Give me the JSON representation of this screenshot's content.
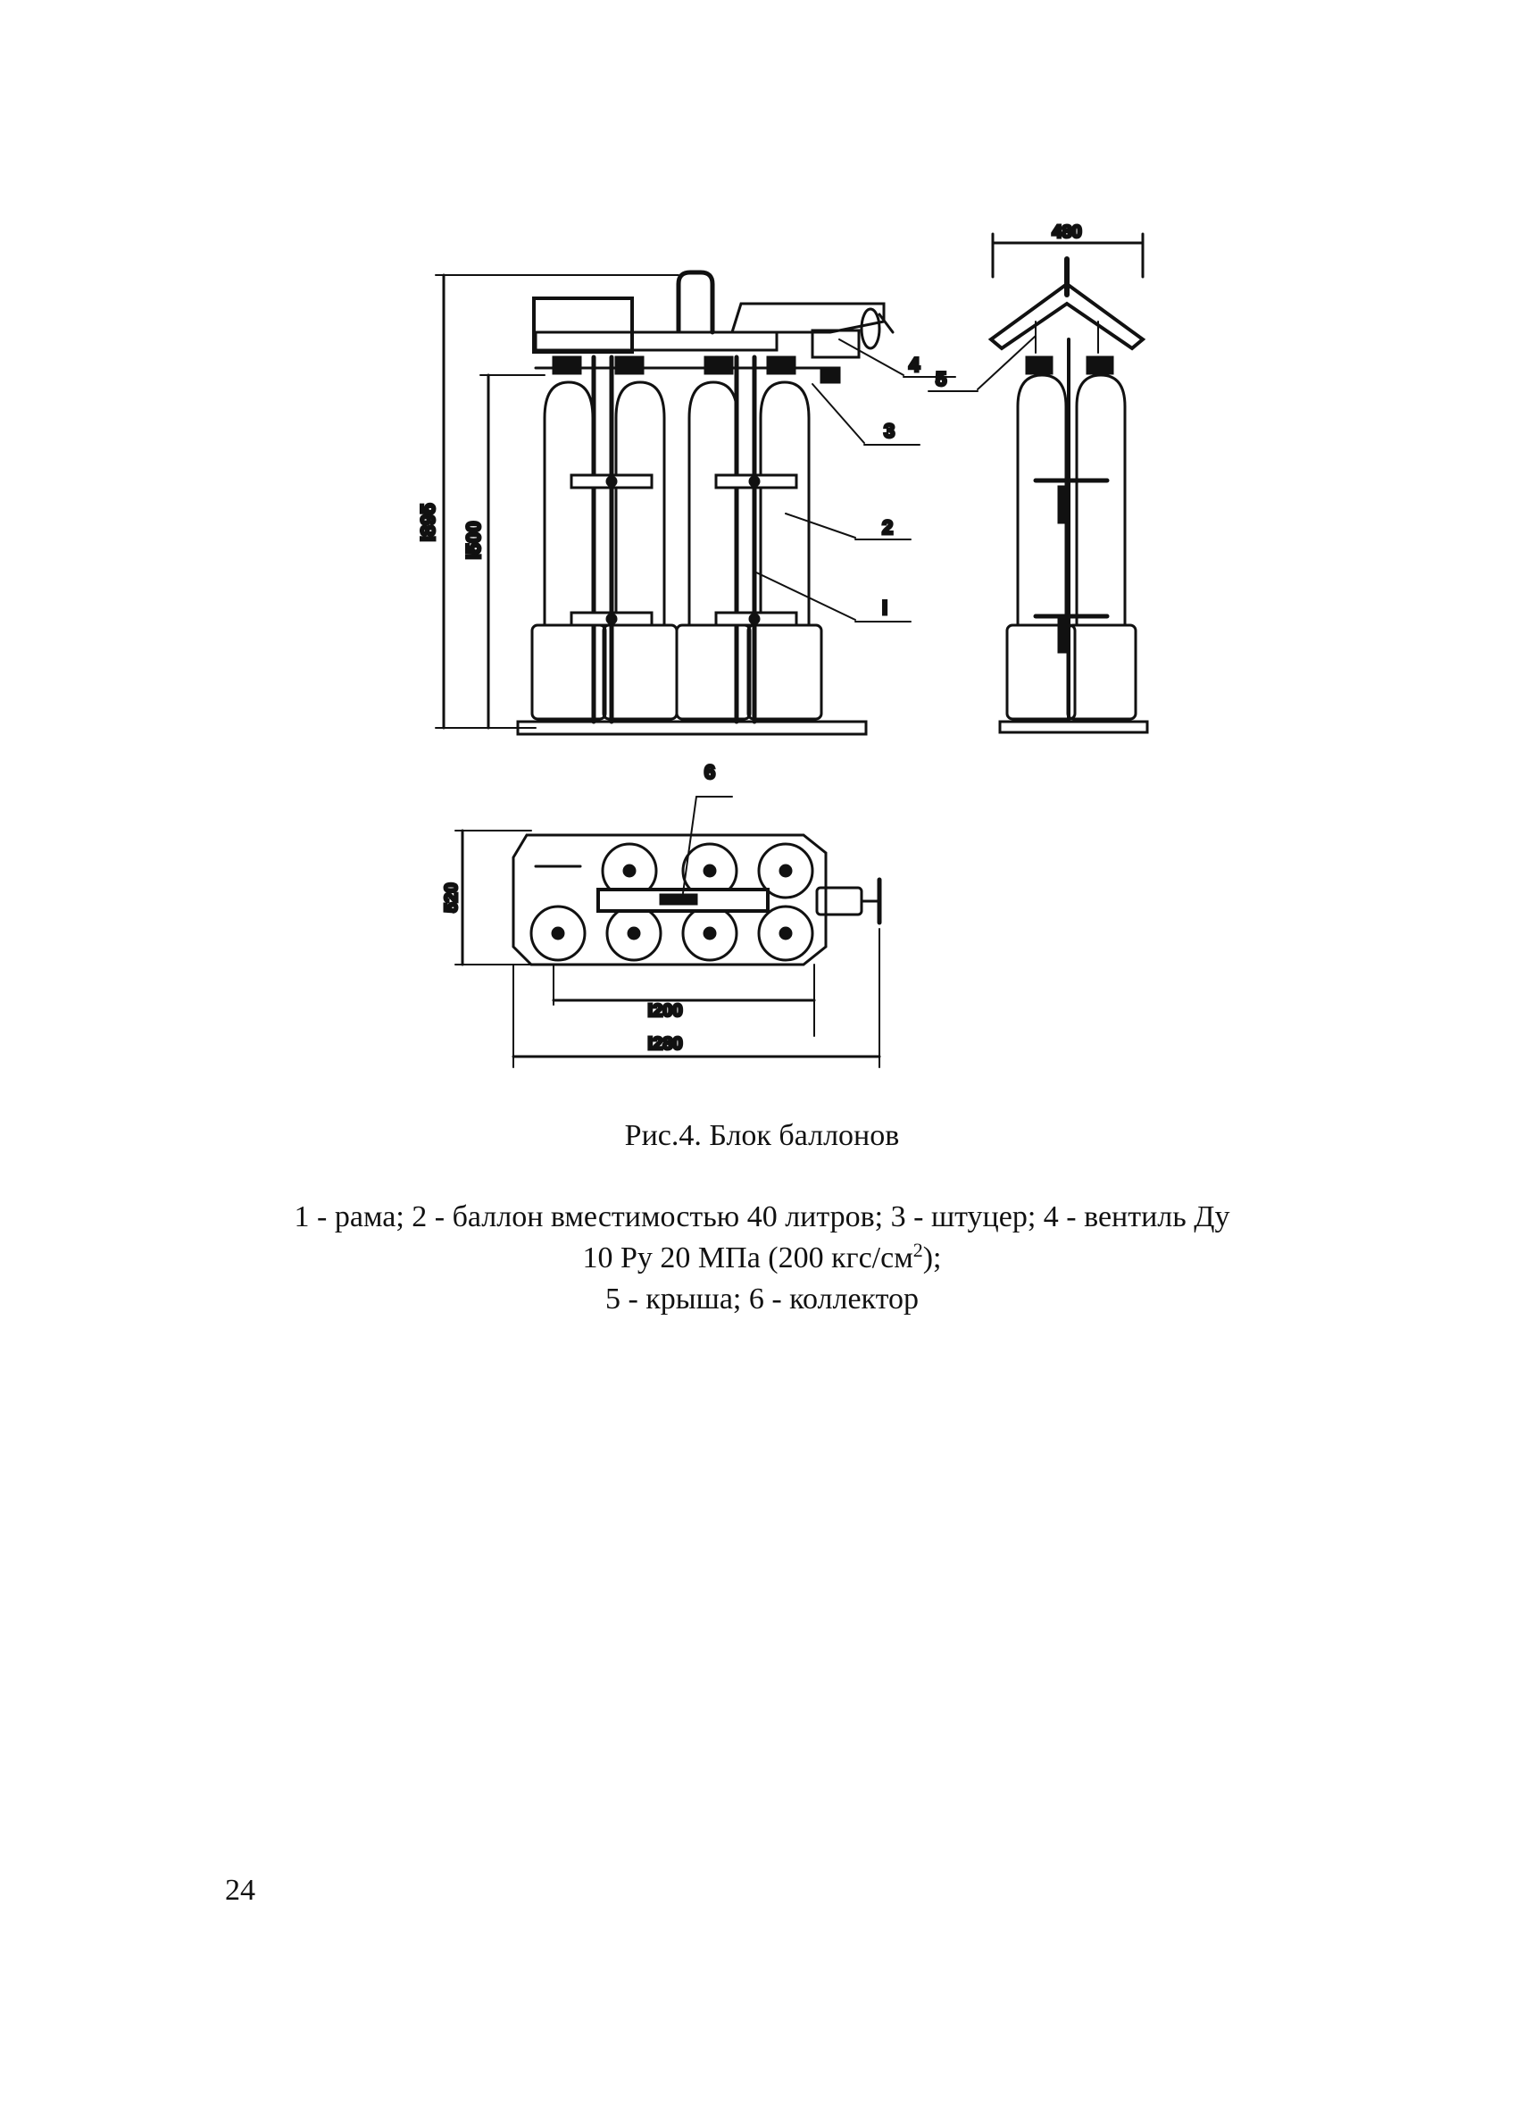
{
  "drawing": {
    "front_view": {
      "dimensions": {
        "overall_height": "I895",
        "cylinder_height": "I500"
      },
      "callouts": {
        "frame": "I",
        "cylinder": "2",
        "fitting": "3",
        "valve": "4"
      }
    },
    "side_view": {
      "dimensions": {
        "width": "480"
      },
      "callouts": {
        "roof": "5"
      }
    },
    "plan_view": {
      "dimensions": {
        "depth": "520",
        "inner_length": "I200",
        "outer_length": "I280"
      },
      "callouts": {
        "collector": "6"
      }
    }
  },
  "caption": {
    "title": "Рис.4. Блок баллонов",
    "legend_line1": "1 - рама; 2 - баллон вместимостью 40 литров; 3 - штуцер; 4 - вентиль Ду",
    "legend_line2_main": "10 Ру 20 МПа (200 кгс/см",
    "legend_line2_sup": "2",
    "legend_line2_end": ");",
    "legend_line3": "5 - крыша; 6 - коллектор"
  },
  "page_number": "24"
}
